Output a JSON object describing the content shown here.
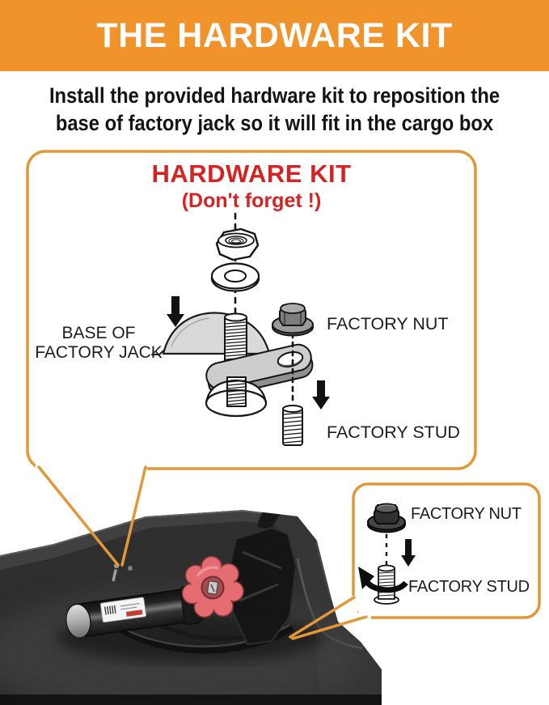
{
  "header": {
    "title": "THE HARDWARE KIT"
  },
  "intro": {
    "line1": "Install the provided hardware kit to reposition the",
    "line2": "base of factory jack so it will fit in the cargo box"
  },
  "kit_box": {
    "title": "HARDWARE KIT",
    "subtitle": "(Don't forget !)",
    "label_jack_base_line1": "BASE OF",
    "label_jack_base_line2": "FACTORY JACK",
    "label_factory_nut": "FACTORY NUT",
    "label_factory_stud": "FACTORY STUD"
  },
  "callout_box": {
    "label_factory_nut": "FACTORY NUT",
    "label_factory_stud": "FACTORY STUD"
  },
  "icons": {
    "exploded_view": [
      "lock-nut-icon",
      "washer-icon",
      "threaded-stud-icon",
      "jack-base-plate-icon",
      "adapter-plate-icon",
      "flange-nut-icon",
      "factory-stud-icon",
      "down-arrow-icon"
    ],
    "callout": [
      "flange-nut-icon",
      "factory-stud-icon",
      "down-arrow-icon",
      "rotate-arrow-icon"
    ],
    "photo": [
      "cargo-box-photo",
      "scissor-jack",
      "red-knob"
    ]
  },
  "colors": {
    "header_bg": "#F0932B",
    "box_border": "#E29838",
    "accent_red": "#D42323",
    "text_dark": "#1D1D1D",
    "knob_red": "#E4666B"
  }
}
